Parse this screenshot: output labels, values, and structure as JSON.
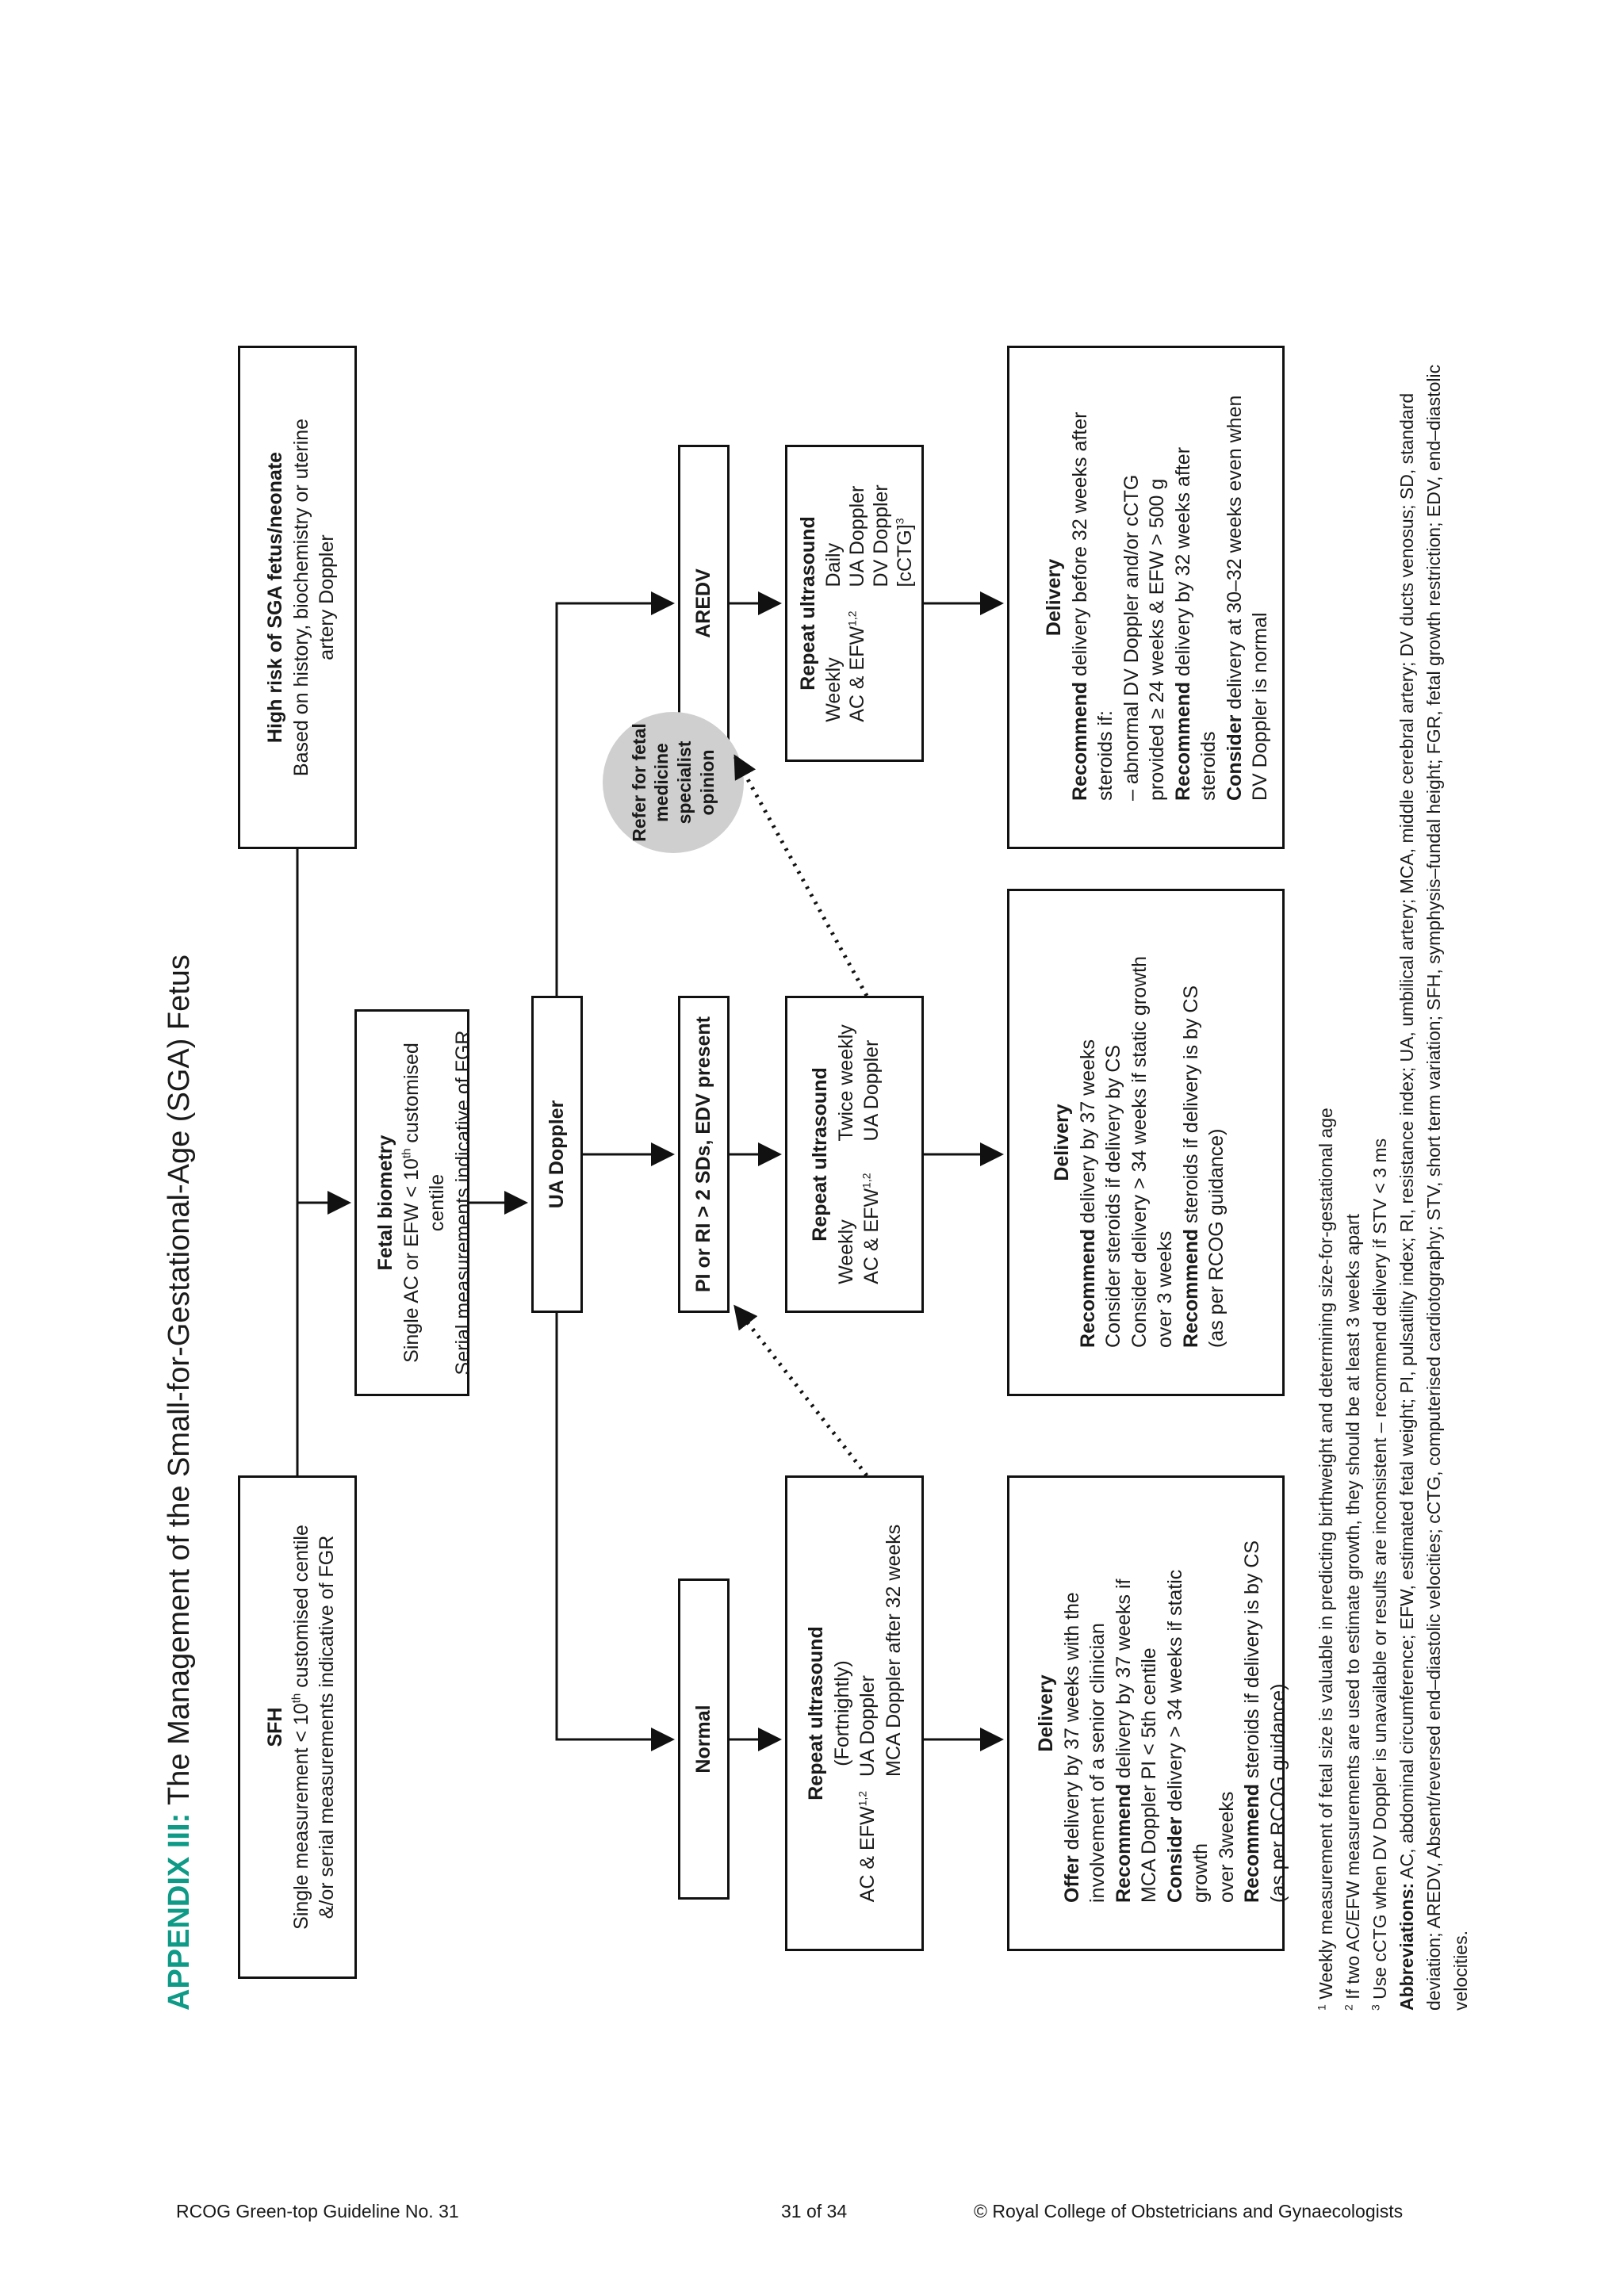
{
  "title": {
    "prefix": "APPENDIX III:",
    "text": "The Management of the Small-for-Gestational-Age (SGA) Fetus"
  },
  "sfh": {
    "title": "SFH",
    "line1_a": "Single measurement < 10",
    "line1_sup": "th",
    "line1_b": " customised centile",
    "line2": "&/or serial measurements indicative of FGR"
  },
  "high_risk": {
    "title": "High risk of SGA fetus/neonate",
    "line1": "Based on history, biochemistry or uterine",
    "line2": "artery Doppler"
  },
  "fetal_biometry": {
    "title": "Fetal biometry",
    "line1_a": "Single AC or EFW < 10",
    "line1_sup": "th",
    "line1_b": " customised centile",
    "line2": "Serial measurements indicative of FGR"
  },
  "ua_doppler": "UA Doppler",
  "normal": "Normal",
  "pi_ri": "PI or RI > 2 SDs, EDV present",
  "aredv": "AREDV",
  "refer": "Refer for fetal medicine specialist opinion",
  "repeat_normal": {
    "title": "Repeat ultrasound",
    "freq": "(Fortnightly)",
    "col1": "AC & EFW",
    "sup": "1,2",
    "col2a": "UA Doppler",
    "col2b": "MCA Doppler after 32 weeks"
  },
  "repeat_pi": {
    "title": "Repeat ultrasound",
    "c1r1": "Weekly",
    "c1r2": "AC & EFW",
    "sup": "1,2",
    "c2r1": "Twice weekly",
    "c2r2": "UA Doppler"
  },
  "repeat_aredv": {
    "title": "Repeat ultrasound",
    "c1r1": "Weekly",
    "c1r2": "AC & EFW",
    "sup": "1,2",
    "c2r1": "Daily",
    "c2r2": "UA Doppler",
    "c2r3": "DV Doppler",
    "c2r4": "[cCTG]",
    "sup3": "3"
  },
  "delivery_normal": {
    "title": "Delivery",
    "l1b": "Offer",
    "l1": " delivery by 37 weeks with the",
    "l2": "involvement of a senior clinician",
    "l3b": "Recommend",
    "l3": " delivery by 37 weeks if",
    "l4": "MCA Doppler PI < 5th centile",
    "l5b": "Consider",
    "l5": " delivery > 34 weeks if static growth",
    "l6": "over 3weeks",
    "l7b": "Recommend",
    "l7": " steroids if delivery is by CS",
    "l8": "(as per RCOG guidance)"
  },
  "delivery_pi": {
    "title": "Delivery",
    "l1b": "Recommend",
    "l1": " delivery by 37 weeks",
    "l2": "Consider steroids if delivery by CS",
    "l3": "Consider delivery > 34 weeks if static growth",
    "l4": "over 3 weeks",
    "l5b": "Recommend",
    "l5": " steroids if delivery is by CS",
    "l6": "(as per RCOG guidance)"
  },
  "delivery_aredv": {
    "title": "Delivery",
    "l1b": "Recommend",
    "l1": " delivery before 32 weeks after",
    "l2": "steroids if:",
    "l3": "– abnormal DV Doppler and/or cCTG",
    "l4": "provided ≥ 24 weeks & EFW > 500 g",
    "l5b": "Recommend",
    "l5": " delivery by 32 weeks after steroids",
    "l6b": "Consider",
    "l6": " delivery at 30–32 weeks even when",
    "l7": "DV Doppler is normal"
  },
  "footnotes": {
    "f1": "Weekly measurement of fetal size is valuable in predicting birthweight and determining size-for-gestational age",
    "f2": "If two AC/EFW measurements are used to estimate growth, they should be at least 3 weeks apart",
    "f3": "Use cCTG when DV Doppler is unavailable or results are inconsistent – recommend delivery if STV < 3 ms",
    "abbr_label": "Abbreviations:",
    "abbr_text": "AC, abdominal circumference; EFW, estimated fetal weight; PI, pulsatility index; RI, resistance index; UA, umbilical artery; MCA, middle cerebral artery; DV ducts venosus; SD, standard deviation; AREDV, Absent/reversed end–diastolic velocities; cCTG, computerised cardiotography; STV, short term variation; SFH, symphysis–fundal height; FGR, fetal growth restriction; EDV, end–diastolic velocities."
  },
  "page_footer": {
    "left": "RCOG Green-top Guideline No. 31",
    "center": "31 of 34",
    "right": "© Royal College of Obstetricians and Gynaecologists"
  }
}
